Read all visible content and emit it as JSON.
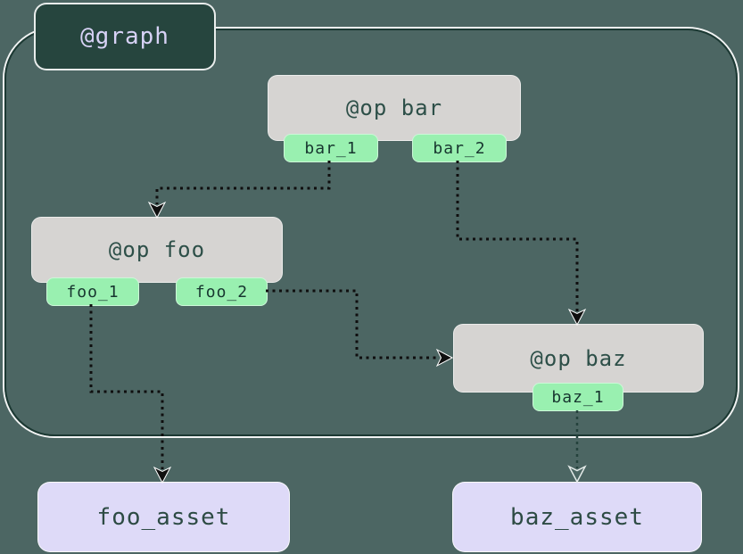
{
  "diagram": {
    "graph_label": "@graph",
    "ops": [
      {
        "id": "bar",
        "label": "@op bar",
        "outputs": [
          "bar_1",
          "bar_2"
        ]
      },
      {
        "id": "foo",
        "label": "@op foo",
        "outputs": [
          "foo_1",
          "foo_2"
        ]
      },
      {
        "id": "baz",
        "label": "@op baz",
        "outputs": [
          "baz_1"
        ]
      }
    ],
    "assets": [
      {
        "id": "foo_asset",
        "label": "foo_asset"
      },
      {
        "id": "baz_asset",
        "label": "baz_asset"
      }
    ],
    "edges": [
      {
        "from": "bar.bar_1",
        "to": "op foo"
      },
      {
        "from": "bar.bar_2",
        "to": "op baz"
      },
      {
        "from": "foo.foo_2",
        "to": "op baz"
      },
      {
        "from": "foo.foo_1",
        "to": "foo_asset"
      },
      {
        "from": "baz.baz_1",
        "to": "baz_asset"
      }
    ],
    "colors": {
      "background": "#4c6663",
      "graph_border": "#1c3933",
      "graph_label_bg": "#26453e",
      "graph_label_text": "#d7d2f6",
      "op_bg": "#d6d4d2",
      "op_text": "#2d4f48",
      "tab_bg": "#99f0b0",
      "tab_text": "#17362f",
      "asset_bg": "#dedaf8",
      "asset_text": "#2d4b44",
      "edge": "#0f0f0f",
      "edge_soft": "#24423c"
    }
  }
}
